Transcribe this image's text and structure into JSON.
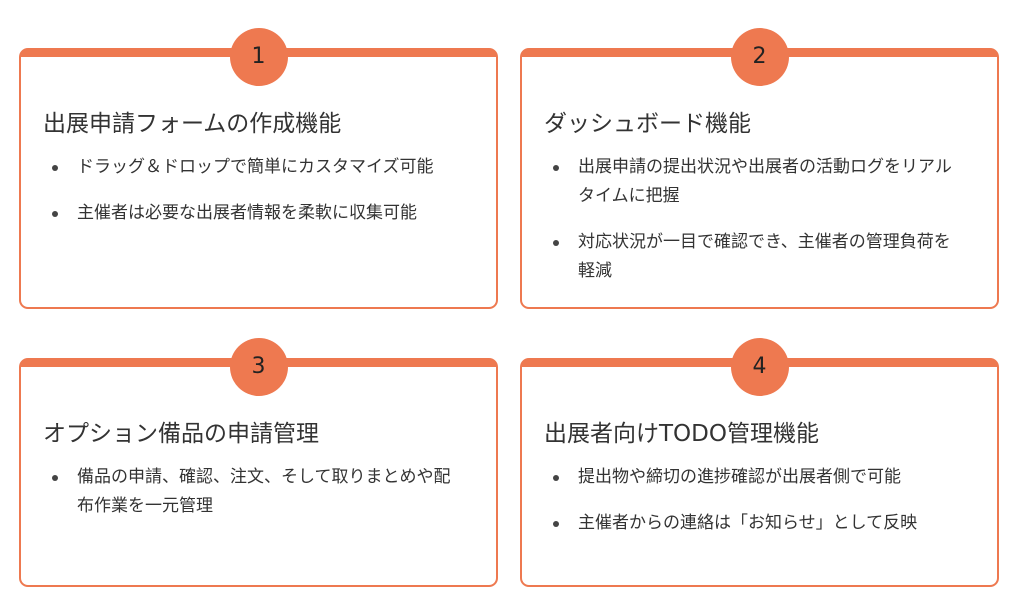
{
  "accent_color": "#ee7950",
  "cards": [
    {
      "number": "1",
      "title": "出展申請フォームの作成機能",
      "bullets": [
        "ドラッグ＆ドロップで簡単にカスタマイズ可能",
        "主催者は必要な出展者情報を柔軟に収集可能"
      ]
    },
    {
      "number": "2",
      "title": "ダッシュボード機能",
      "bullets": [
        "出展申請の提出状況や出展者の活動ログをリアルタイムに把握",
        "対応状況が一目で確認でき、主催者の管理負荷を軽減"
      ]
    },
    {
      "number": "3",
      "title": "オプション備品の申請管理",
      "bullets": [
        "備品の申請、確認、注文、そして取りまとめや配布作業を一元管理"
      ]
    },
    {
      "number": "4",
      "title": "出展者向けTODO管理機能",
      "bullets": [
        "提出物や締切の進捗確認が出展者側で可能",
        "主催者からの連絡は「お知らせ」として反映"
      ]
    }
  ]
}
